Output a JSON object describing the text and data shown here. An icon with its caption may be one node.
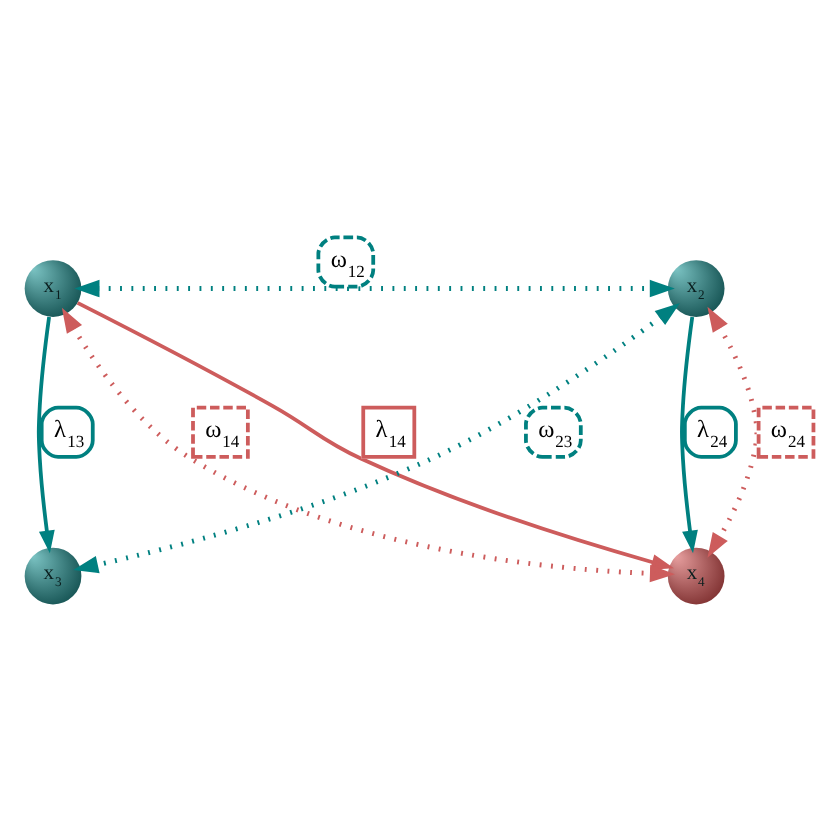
{
  "diagram": {
    "nodes": [
      {
        "text": [
          "x$_{1}$"
        ]
      },
      {
        "text": [
          "x$_{2}$"
        ]
      },
      {
        "text": [
          "x$_{3}$"
        ]
      },
      {
        "text": [
          "x$_{4}$"
        ]
      }
    ],
    "edges": [
      {
        "from": 0,
        "to": 1,
        "arrow": "both",
        "label": "ω$_{12}$",
        "style": "dashed"
      },
      {
        "from": 0,
        "to": 2,
        "arrow": "to",
        "label": "λ$_{13}$"
      },
      {
        "from": 0,
        "to": 3,
        "arrow": "to",
        "label": "λ$_{14}$",
        "color": "#cd5c5c"
      },
      {
        "from": 1,
        "to": 3,
        "arrow": "to",
        "label": "λ$_{24}$"
      },
      {
        "from": 1,
        "to": 2,
        "arrow": "both",
        "label": "ω$_{23}$",
        "style": "dashed"
      },
      {
        "from": 0,
        "to": 3,
        "arrow": "both",
        "label": "ω$_{14}$",
        "style": "dashed",
        "color": "#cd5c5c"
      },
      {
        "from": 1,
        "to": 3,
        "arrow": "both",
        "label": "ω$_{24}$",
        "style": "dashed",
        "color": "#cd5c5c"
      }
    ]
  }
}
